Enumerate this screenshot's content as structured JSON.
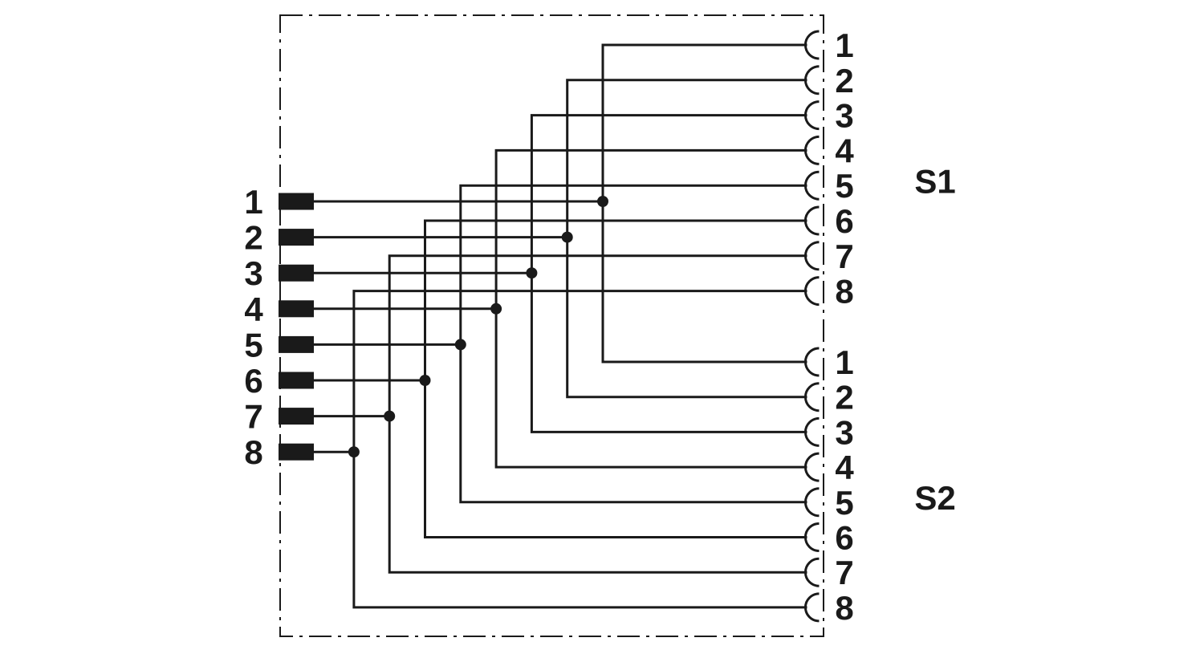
{
  "diagram": {
    "left_connector": {
      "pins": [
        "1",
        "2",
        "3",
        "4",
        "5",
        "6",
        "7",
        "8"
      ]
    },
    "outputs": [
      {
        "label": "S1",
        "pins": [
          "1",
          "2",
          "3",
          "4",
          "5",
          "6",
          "7",
          "8"
        ]
      },
      {
        "label": "S2",
        "pins": [
          "1",
          "2",
          "3",
          "4",
          "5",
          "6",
          "7",
          "8"
        ]
      }
    ],
    "connections": [
      {
        "from": "1",
        "to_s1": "1",
        "to_s2": "1"
      },
      {
        "from": "2",
        "to_s1": "2",
        "to_s2": "2"
      },
      {
        "from": "3",
        "to_s1": "3",
        "to_s2": "3"
      },
      {
        "from": "4",
        "to_s1": "4",
        "to_s2": "4"
      },
      {
        "from": "5",
        "to_s1": "5",
        "to_s2": "5"
      },
      {
        "from": "6",
        "to_s1": "6",
        "to_s2": "6"
      },
      {
        "from": "7",
        "to_s1": "7",
        "to_s2": "7"
      },
      {
        "from": "8",
        "to_s1": "8",
        "to_s2": "8"
      }
    ],
    "colors": {
      "line": "#1a1a1a",
      "background": "#ffffff"
    }
  }
}
